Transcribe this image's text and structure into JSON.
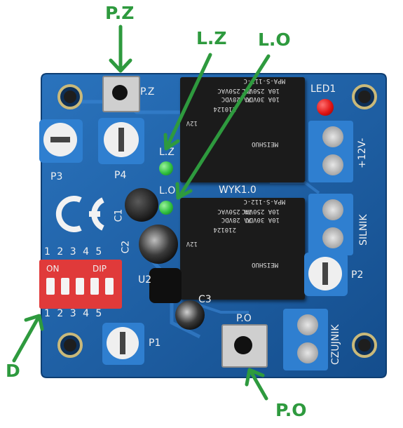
{
  "callouts": {
    "pz": "P.Z",
    "lz": "L.Z",
    "lo": "L.O",
    "d": "D",
    "po": "P.O"
  },
  "silkscreen": {
    "pz": "P.Z",
    "led1": "LED1",
    "p3": "P3",
    "p4": "P4",
    "lz": "L.Z",
    "lo": "L.O",
    "c1": "C1",
    "c2": "C2",
    "c3": "C3",
    "u2": "U2",
    "board_name": "WYK1.0",
    "plus12v": "+12V-",
    "silnik": "SILNIK",
    "czujnik": "CZUJNIK",
    "p2": "P2",
    "p1": "P1",
    "po": "P.O",
    "dip_top_numbers": "1 2 3 4 5",
    "dip_on": "ON",
    "dip_word": "DIP",
    "dip_bottom_numbers": "1 2 3 4 5"
  },
  "relay": {
    "model": "MPA-S-112-C",
    "rating1": "10A 250VAC",
    "rating2": "10A 30VDC",
    "rating3": "7A 250VAC",
    "rating4": "7A 28VDC",
    "code": "210124",
    "coil": "12V",
    "maker": "MEISHUO"
  },
  "colors": {
    "label_green": "#2e9a3e",
    "pcb_blue": "#1a5fa8",
    "terminal_blue": "#2f7fd0",
    "dip_red": "#e03a3a",
    "led_red": "#e01515",
    "led_green": "#2fbf3f"
  }
}
